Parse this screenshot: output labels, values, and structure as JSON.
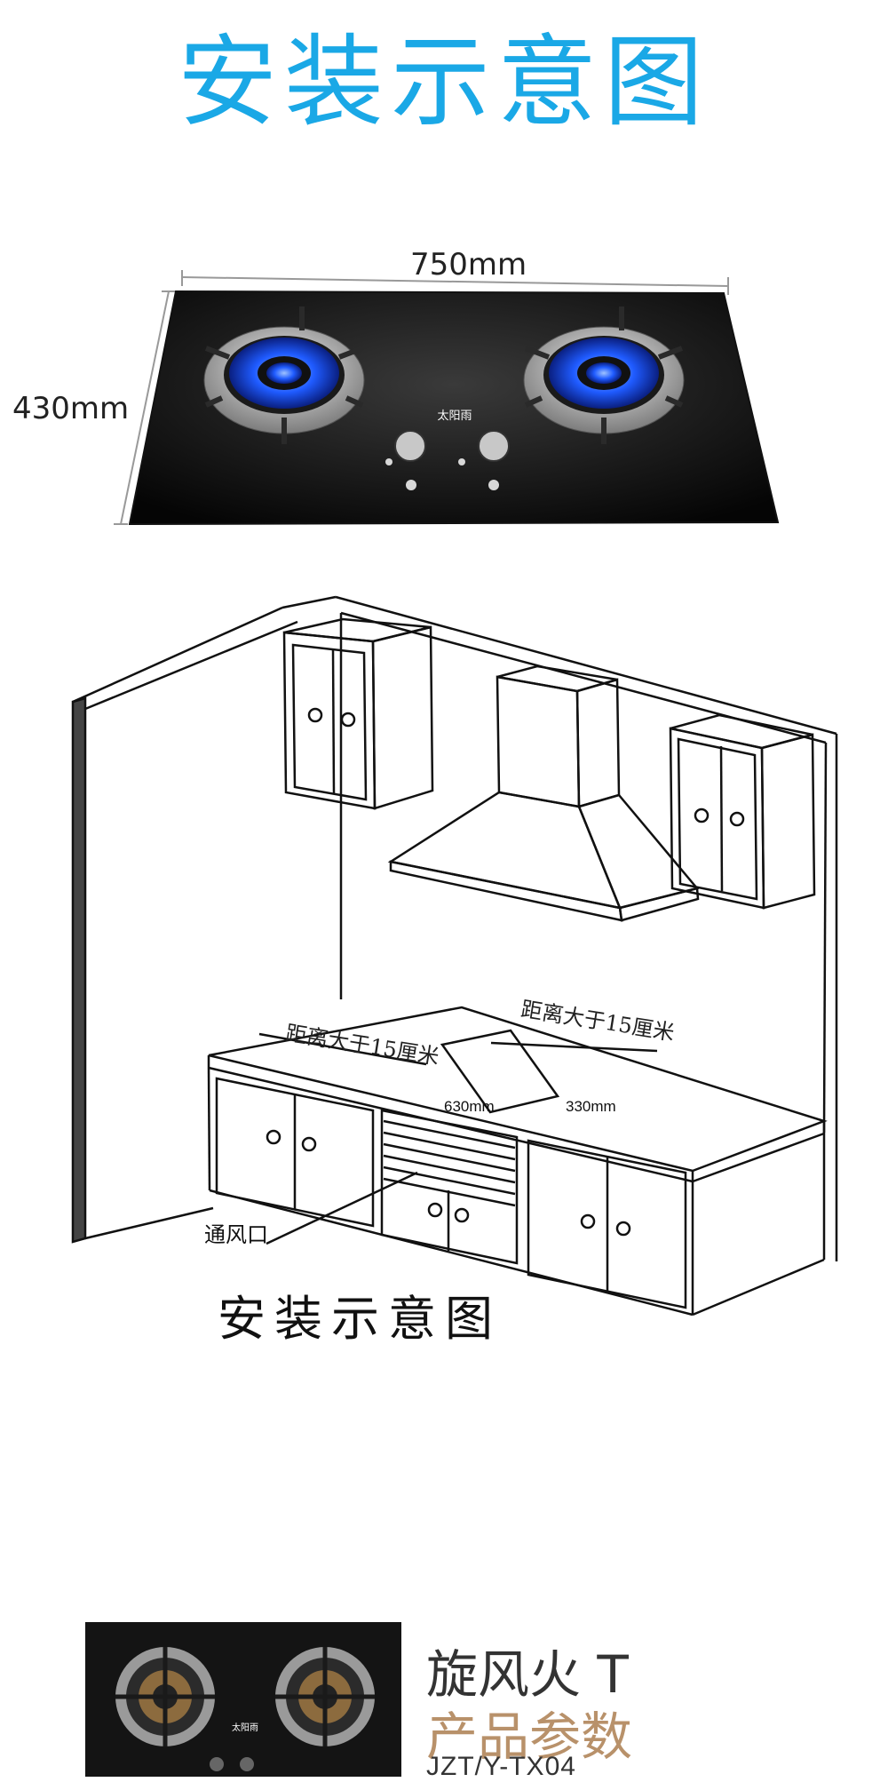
{
  "header": {
    "title": "安装示意图"
  },
  "stove_diagram": {
    "width_label": "750mm",
    "depth_label": "430mm",
    "brand_mark": "太阳雨"
  },
  "kitchen_diagram": {
    "distance_note_left": "距离大于15厘米",
    "distance_note_right": "距离大于15厘米",
    "cutout_width": "630mm",
    "cutout_depth": "330mm",
    "vent_label": "通风口",
    "caption": "安装示意图"
  },
  "product": {
    "brand_mark": "太阳雨",
    "name": "旋风火 T",
    "params_heading": "产品参数",
    "model": "JZT/Y-TX04"
  },
  "colors": {
    "title_blue": "#1aa8e6",
    "params_gold": "#b8916a",
    "flame_blue": "#1f5bff"
  }
}
